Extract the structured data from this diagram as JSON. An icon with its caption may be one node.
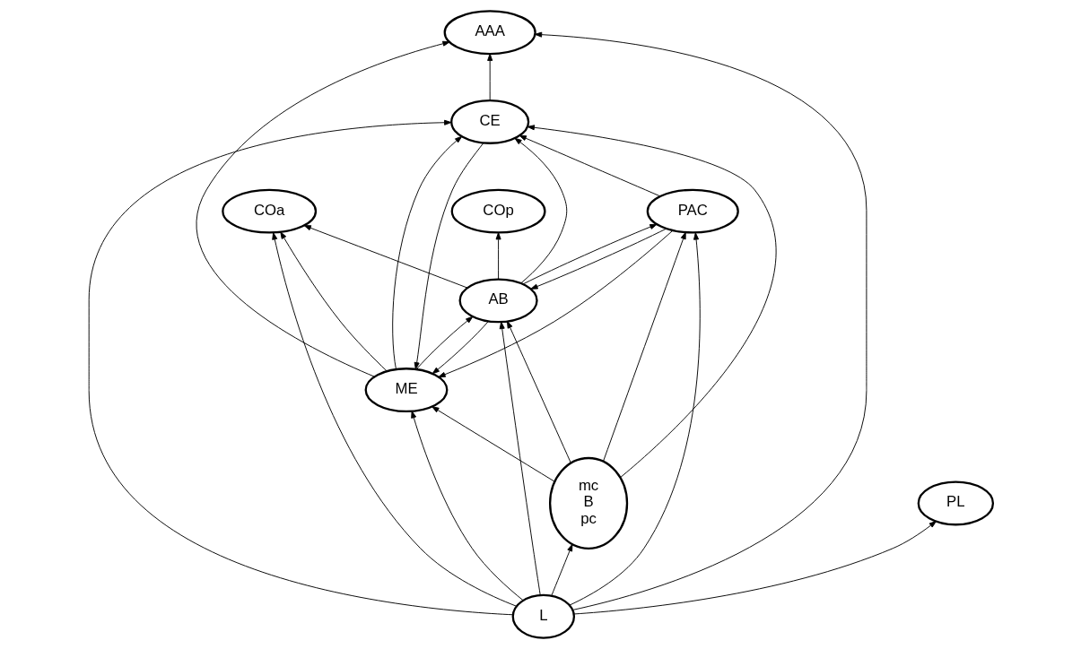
{
  "diagram": {
    "nodes": [
      {
        "text": [
          "AAA"
        ]
      },
      {
        "text": [
          "ME"
        ]
      },
      {
        "text": [
          "CE"
        ]
      },
      {
        "text": [
          "COa"
        ]
      },
      {
        "text": [
          "PAC"
        ]
      },
      {
        "text": [
          "AB"
        ]
      },
      {
        "text": [
          "mc",
          "B",
          "pc"
        ]
      },
      {
        "text": [
          "L"
        ]
      },
      {
        "text": [
          "COp"
        ]
      },
      {
        "text": [
          "PL"
        ]
      }
    ],
    "edges": [
      {
        "from": 2,
        "to": 0,
        "arrow": "to"
      },
      {
        "from": 1,
        "to": 0,
        "arrow": "to"
      },
      {
        "from": 7,
        "to": 0,
        "arrow": "to"
      },
      {
        "from": 1,
        "to": 2,
        "arrow": "to"
      },
      {
        "from": 2,
        "to": 1,
        "arrow": "to"
      },
      {
        "from": 1,
        "to": 3,
        "arrow": "to"
      },
      {
        "from": 7,
        "to": 3,
        "arrow": "to"
      },
      {
        "from": 4,
        "to": 1,
        "arrow": "to"
      },
      {
        "from": 4,
        "to": 2,
        "arrow": "to"
      },
      {
        "from": 5,
        "to": 3,
        "arrow": "to"
      },
      {
        "from": 5,
        "to": 1,
        "arrow": "to"
      },
      {
        "from": 1,
        "to": 5,
        "arrow": "to"
      },
      {
        "from": 5,
        "to": 2,
        "arrow": "to"
      },
      {
        "from": 6,
        "to": 1,
        "arrow": "to"
      },
      {
        "from": 7,
        "to": 1,
        "arrow": "to"
      },
      {
        "from": 6,
        "to": 2,
        "arrow": "to"
      },
      {
        "from": 7,
        "to": 2,
        "arrow": "to"
      },
      {
        "from": 4,
        "to": 5,
        "arrow": "to"
      },
      {
        "from": 5,
        "to": 4,
        "arrow": "to"
      },
      {
        "from": 6,
        "to": 5,
        "arrow": "to"
      },
      {
        "from": 6,
        "to": 4,
        "arrow": "to"
      },
      {
        "from": 7,
        "to": 6,
        "arrow": "to"
      },
      {
        "from": 5,
        "to": 8,
        "arrow": "to"
      },
      {
        "from": 7,
        "to": 5,
        "arrow": "to"
      },
      {
        "from": 7,
        "to": 4,
        "arrow": "to"
      },
      {
        "from": 7,
        "to": 9,
        "arrow": "to"
      }
    ]
  }
}
